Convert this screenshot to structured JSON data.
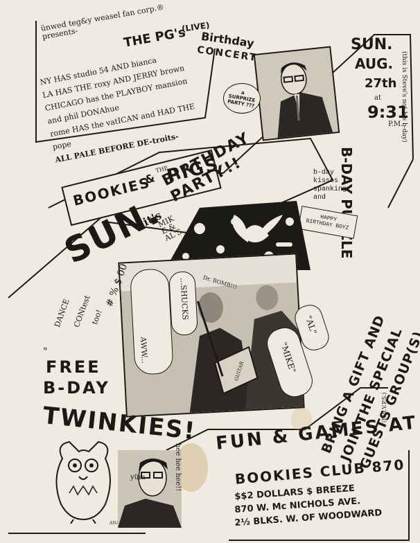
{
  "header": {
    "presenter": "ünwed teg&y weasel fan corp.® presents-",
    "the_pgs": "THE PG's",
    "live": "(LIVE)",
    "birthday": "Birthday",
    "concert": "CONCERT"
  },
  "date": {
    "day": "SUN.",
    "month": "AUG.",
    "date": "27th",
    "at": "at",
    "time": "9:31",
    "pm": "P.M.",
    "side_note": "(this is Steve's not his b-day)"
  },
  "surprise_bubble": "a SURPRIZE PARTY ???",
  "venues": [
    "NY HAS studio 54 AND bianca",
    "LA HAS THE roxy AND JERRY brown",
    "CHICAGO has the PLAYBOY mansion and phil DONAhue",
    "rome HAS the vatICAN and HAD THE pope",
    "ALL PALE BEFORE DE-troits-"
  ],
  "bookies_band": {
    "bookies": "BOOKIES",
    "amp": "&",
    "the": "THE",
    "pigs": "PIGS"
  },
  "sun_its": "SUN.",
  "its": "it's",
  "names": "MIKE & AL'S",
  "birthday_party": "BIRTHDAY PARTY!!",
  "bday_puzzle": "B-DAY PUZZLE",
  "puzzle_words": "b-day kisses spanking and",
  "banner": "HAPPY BIRTHDAY BOYZ",
  "dance": {
    "quote_open": "\"",
    "dance": "DANCE",
    "contest": "CONtest",
    "too": "too!",
    "symbols": "# % $ 00"
  },
  "photo_bubbles": {
    "aww": "AWW...",
    "shucks": "...SHUCKS",
    "mike": "\"MIKE\"",
    "al": "\"AL\"",
    "dr_bomb": "Dr. BOMB!!!",
    "guitar": "GUITAR"
  },
  "bring_gift": "BRING A GIFT AND JOIN THE SPECIAL GUESTS GROUP(S)",
  "bring_rsvp": "(R.S.V.P.S.)",
  "twinkies": {
    "free": "FREE",
    "bday": "B-DAY",
    "twinkies": "TWINKIES!"
  },
  "yum": "yüm",
  "laugh": "hee hee hee!!",
  "artist": "ANA",
  "fun_games": "FUN & GAMES AT",
  "venue": {
    "name": "BOOKIES CLUB 870",
    "cover": "$$2 DOLLARS $ BREEZE",
    "address": "870 W. Mc NICHOLS AVE.",
    "directions": "2½ BLKS. W. OF WOODWARD"
  },
  "colors": {
    "ink": "#1c1a17",
    "paper": "#efebe0",
    "stain": "#c49e60"
  }
}
